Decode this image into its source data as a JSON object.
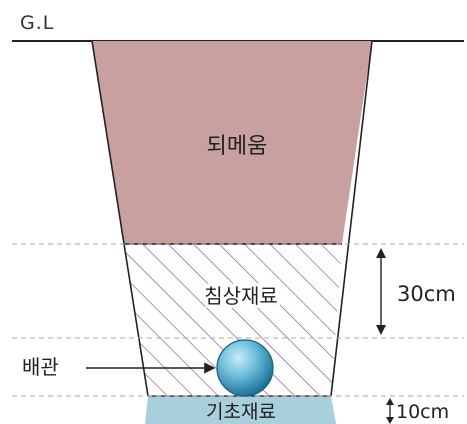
{
  "labels": {
    "ground_level": "G.L",
    "backfill": "되메움",
    "bedding_material": "침상재료",
    "pipe": "배관",
    "foundation_material": "기초재료",
    "bedding_depth": "30cm",
    "foundation_depth": "10cm"
  },
  "colors": {
    "backfill": "#c9a0a0",
    "foundation": "#a9cfdc",
    "hatch": "#8a4f95",
    "pipe_dark": "#1f7fa7",
    "pipe_light": "#9fd9ee",
    "line": "#222222",
    "dashed": "#aaaaaa"
  },
  "icons": {
    "pipe": "circle-pipe-icon",
    "dimension": "double-arrow-icon"
  }
}
